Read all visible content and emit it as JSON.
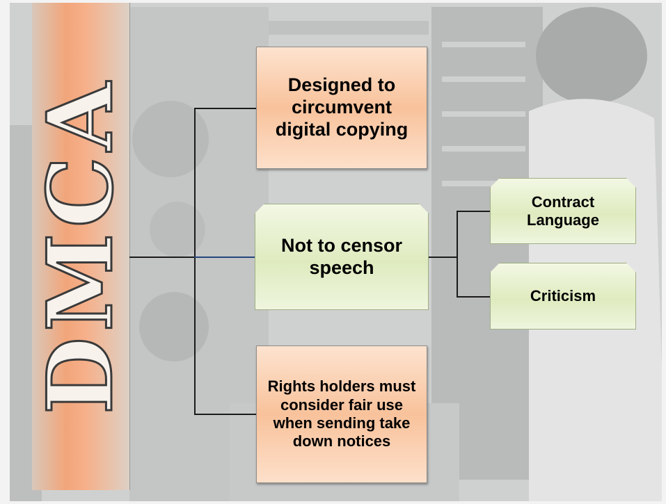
{
  "title": "DMCA",
  "nodes": {
    "top": "Designed to circumvent digital copying",
    "middle": "Not to censor speech",
    "bottom": "Rights holders must consider fair use when sending take down notices",
    "sub1": "Contract Language",
    "sub2": "Criticism"
  },
  "colors": {
    "orange_box": "#f8c29b",
    "green_box": "#dfebbf",
    "title_bar": "#f2a57a",
    "connector": "#1a1a1a",
    "connector_accent": "#27457a"
  }
}
